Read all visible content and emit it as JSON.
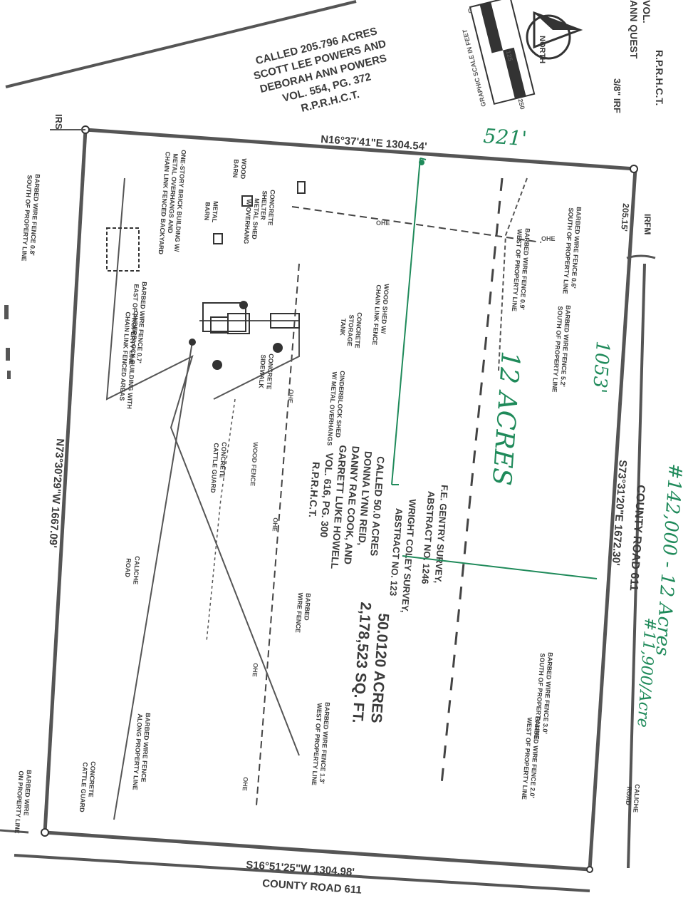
{
  "document": {
    "adjoiner_north": {
      "lines": [
        "CALLED 205.796 ACRES",
        "SCOTT LEE POWERS AND",
        "DEBORAH ANN POWERS",
        "VOL. 554, PG. 372",
        "R.P.R.H.C.T."
      ]
    },
    "adjoiner_corner": {
      "lines": [
        "ANN QUEST",
        "VOL.",
        "R.P.R.H.C.T."
      ]
    },
    "scale": {
      "label": "GRAPHIC SCALE IN FEET",
      "ticks": [
        "0",
        "125",
        "250"
      ]
    },
    "north_arrow": {
      "label": "NORTH",
      "icon": "north-arrow-icon"
    },
    "monument_labels": {
      "corner_ne": "3/8\" IRF",
      "corner_nw": "IRS",
      "corner_e": "IRFM"
    },
    "boundary_calls": {
      "north": "N16°37'41\"E  1304.54'",
      "south": "S16°51'25\"W  1304.98'",
      "east": "S73°31'20\"E  1672.30'",
      "west": "N73°30'29\"W  1667.09'",
      "east_offset": "205.15'"
    },
    "roads": {
      "east": "COUNTY ROAD 611",
      "south": "COUNTY ROAD 611",
      "caliche": [
        "CALICHE",
        "ROAD"
      ],
      "caliche_small": [
        "CALICHE",
        "ROAD"
      ]
    },
    "surveys": {
      "fe_gentry": [
        "F.E. GENTRY SURVEY,",
        "ABSTRACT NO. 1246"
      ],
      "wright_coley": [
        "WRIGHT COLEY SURVEY,",
        "ABSTRACT NO. 123"
      ]
    },
    "subject_tract": {
      "called": [
        "CALLED 50.0 ACRES",
        "DONNA LYNN REID,",
        "DANNY RAE COOK, AND",
        "GARRETT LUKE HOWELL",
        "VOL. 616, PG. 300",
        "R.P.R.H.C.T."
      ],
      "area_acres": "50.0120 ACRES",
      "area_sqft": "2,178,523 SQ. FT."
    },
    "features": {
      "wood_barn": [
        "WOOD",
        "BARN"
      ],
      "metal_barn": [
        "METAL",
        "BARN"
      ],
      "metal_shed": [
        "METAL SHED",
        "W/OVERHANG"
      ],
      "concrete_shelter": [
        "CONCRETE",
        "SHELTER"
      ],
      "house": [
        "ONE-STORY BRICK BUILDING W/",
        "METAL OVERHANGS AND",
        "CHAIN LINK FENCED BACKYARD"
      ],
      "wood_shed": [
        "WOOD SHED W/",
        "CHAIN LINK FENCE"
      ],
      "storage_tank": [
        "CONCRETE",
        "STORAGE",
        "TANK"
      ],
      "cinder_shed": [
        "CINDERBLOCK SHED",
        "W/ METAL OVERHANGS"
      ],
      "concrete_sidewalk": [
        "CONCRETE",
        "SIDEWALK"
      ],
      "cinder_building": [
        "CINDERBLOCK BUILDING WITH",
        "CHAIN LINK FENCED AREAS"
      ],
      "cattle_guard_1": [
        "CONCRETE",
        "CATTLE GUARD"
      ],
      "cattle_guard_2": [
        "CONCRETE",
        "CATTLE GUARD"
      ],
      "wood_fence": "WOOD FENCE",
      "barbed_fence": [
        "BARBED",
        "WIRE FENCE"
      ]
    },
    "fence_notes": {
      "west_of_line_top": [
        "BARBED WIRE FENCE 0.7'",
        "EAST OF PROPERTY LINE"
      ],
      "south_0_8": [
        "BARBED WIRE FENCE 0.8'",
        "SOUTH OF PROPERTY LINE"
      ],
      "fence_0_6": [
        "BARBED WIRE FENCE 0.6'",
        "SOUTH OF PROPERTY LINE"
      ],
      "west_0_9": [
        "BARBED WIRE FENCE 0.9'",
        "WEST OF PROPERTY LINE"
      ],
      "south_5_2": [
        "BARBED WIRE FENCE 5.2'",
        "SOUTH OF PROPERTY LINE"
      ],
      "south_3_0": [
        "BARBED WIRE FENCE 3.0'",
        "SOUTH OF PROPERTY LINE"
      ],
      "west_2_0": [
        "BARBED WIRE FENCE 2.0'",
        "WEST OF PROPERTY LINE"
      ],
      "west_1_3": [
        "BARBED WIRE FENCE 1.3'",
        "WEST OF PROPERTY LINE"
      ],
      "along_line": [
        "BARBED WIRE FENCE",
        "ALONG PROPERTY LINE"
      ],
      "bottom_left": [
        "BARBED WIRE",
        "ON PROPERTY LINE"
      ]
    },
    "utility_label": "OHE",
    "handwritten": {
      "north_dim": "521'",
      "east_dim": "1053'",
      "area": "12 ACRES",
      "price": "#142,000 - 12 Acres",
      "per_acre": "#11,900/Acre"
    },
    "colors": {
      "ink": "#3a3a3a",
      "annotation": "#1f8a5a",
      "paper": "#ffffff"
    }
  }
}
